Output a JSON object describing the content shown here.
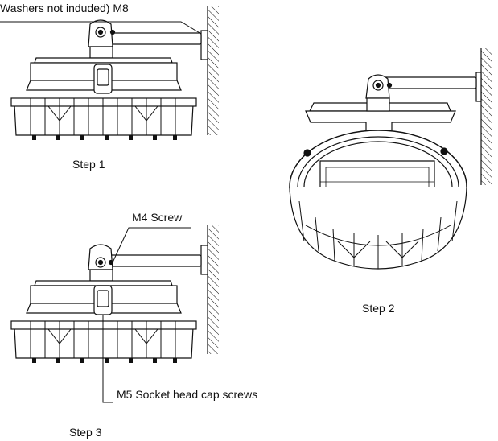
{
  "labels": {
    "washers": "Washers not induded) M8",
    "step1": "Step 1",
    "step2": "Step 2",
    "m4": "M4 Screw",
    "m5": "M5 Socket head cap screws",
    "step3": "Step 3"
  }
}
